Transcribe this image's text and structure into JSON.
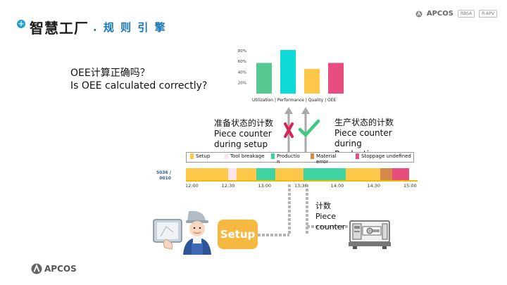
{
  "header": {
    "title": "智慧工厂",
    "subtitle": ". 规 则 引 擎",
    "brand": "APCOS",
    "tags": [
      "RBSA",
      "R-APV"
    ]
  },
  "question": {
    "line1": "OEE计算正确吗？",
    "line2": "Is OEE calculated correctly?"
  },
  "chart_data": {
    "type": "bar",
    "categories": [
      "Utilization",
      "Performance",
      "Quality",
      "OEE"
    ],
    "values": [
      57,
      81,
      46,
      57
    ],
    "colors": [
      "#55c990",
      "#10d9d9",
      "#fdc84a",
      "#e94c7e"
    ],
    "ytick_labels": [
      "20%",
      "40%",
      "60%",
      "80%"
    ],
    "yticks": [
      20,
      40,
      60,
      80
    ],
    "ylim": [
      0,
      85
    ],
    "caption": "Utilization | Performance | Quality | OEE"
  },
  "setup_status": {
    "line1": "准备状态的计数",
    "line2": "Piece counter",
    "line3": "during setup"
  },
  "production_status": {
    "line1": "生产状态的计数",
    "line2": "Piece counter",
    "line3": "during",
    "line4": "Production"
  },
  "legend": [
    {
      "label": "Setup",
      "color": "#fdc84a"
    },
    {
      "label": "Tool breakage",
      "color": "#fde3ec"
    },
    {
      "label": "Productio\nn",
      "color": "#3ed3a0"
    },
    {
      "label": "Material\nerror",
      "color": "#d4894a"
    },
    {
      "label": "Stoppage undefined",
      "color": "#e94c7e"
    }
  ],
  "machine": {
    "id_line1": "5036 /",
    "id_line2": "0010"
  },
  "timeline": {
    "segments": [
      {
        "state": "Setup",
        "start": "12:00",
        "end": "12:35",
        "color": "#fdc84a"
      },
      {
        "state": "Tool breakage",
        "start": "12:35",
        "end": "12:42",
        "color": "#fde3ec"
      },
      {
        "state": "Setup",
        "start": "12:42",
        "end": "12:58",
        "color": "#fdc84a"
      },
      {
        "state": "Production",
        "start": "12:58",
        "end": "13:14",
        "color": "#3ed3a0"
      },
      {
        "state": "Setup",
        "start": "13:14",
        "end": "13:37",
        "color": "#fdc84a"
      },
      {
        "state": "Production",
        "start": "13:37",
        "end": "14:12",
        "color": "#3ed3a0"
      },
      {
        "state": "Setup",
        "start": "14:12",
        "end": "14:40",
        "color": "#fdc84a"
      },
      {
        "state": "Material error",
        "start": "14:40",
        "end": "14:50",
        "color": "#d4894a"
      },
      {
        "state": "Stoppage undefined",
        "start": "14:50",
        "end": "15:04",
        "color": "#e94c7e"
      }
    ],
    "ticks": [
      "12:00",
      "12:30",
      "13:00",
      "13:30",
      "14:00",
      "14:30",
      "15:00"
    ]
  },
  "counter_label": {
    "line1": "计数",
    "line2": "Piece",
    "line3": "counter"
  },
  "setup_box": {
    "label": "Setup"
  },
  "footer": {
    "brand": "APCOS"
  }
}
